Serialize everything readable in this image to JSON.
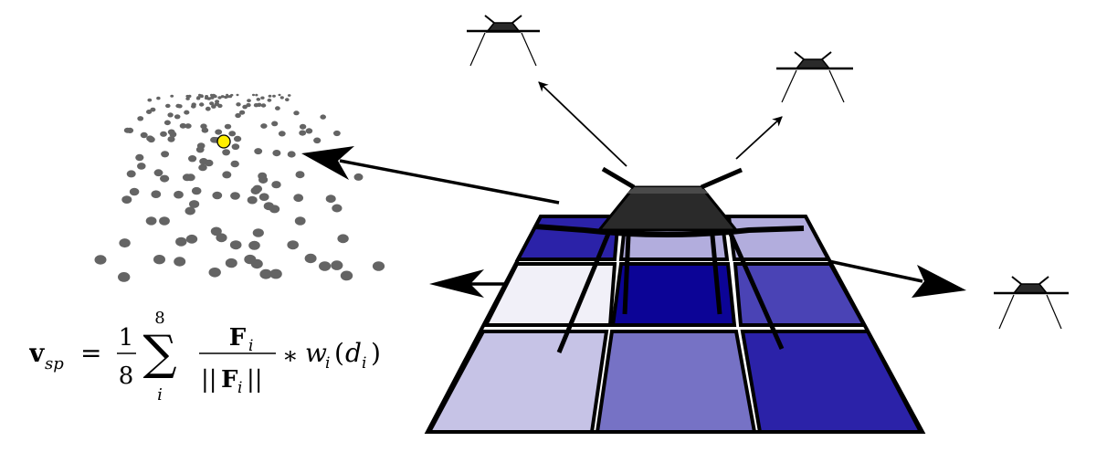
{
  "formula": {
    "lhs_symbol": "v",
    "lhs_subscript": "sp",
    "equals": "=",
    "frac_numerator": "1",
    "frac_denominator": "8",
    "sum_upper": "8",
    "sum_symbol": "∑",
    "sum_lower": "i",
    "inner_numerator": "F",
    "inner_numerator_sub": "i",
    "inner_denominator_left": "||",
    "inner_denominator_symbol": "F",
    "inner_denominator_sub": "i",
    "inner_denominator_right": "||",
    "operator": "∗",
    "weight_fn": "w",
    "weight_sub": "i",
    "weight_arg_open": "(",
    "weight_arg": "d",
    "weight_arg_sub": "i",
    "weight_arg_close": ")"
  },
  "colors": {
    "outline": "#000000",
    "drone_body": "#2a2a2a",
    "drone_top": "#4a4a4a",
    "point_cloud": "#646464",
    "selected_point": "#ffee00",
    "cell_very_light": "#f1f0f8",
    "cell_light": "#c6c3e6",
    "cell_mid_light": "#b2addd",
    "cell_mid": "#7672c5",
    "cell_mid_dark": "#4a43b5",
    "cell_dark": "#2b22a8",
    "cell_darkest": "#0c0496"
  }
}
